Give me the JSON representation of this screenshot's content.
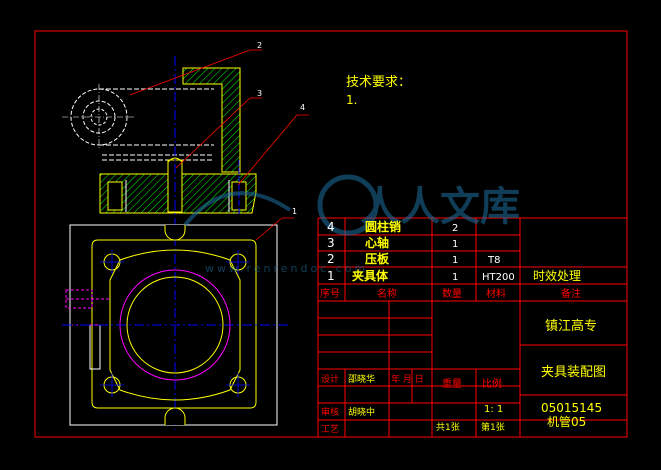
{
  "notes": {
    "title": "技术要求：",
    "item1": "1."
  },
  "leaders": [
    "2",
    "3",
    "4",
    "1"
  ],
  "bom": {
    "rows": [
      {
        "no": "4",
        "name": "圆柱销",
        "qty": "2",
        "material": "",
        "remark": ""
      },
      {
        "no": "3",
        "name": "心轴",
        "qty": "1",
        "material": "",
        "remark": ""
      },
      {
        "no": "2",
        "name": "压板",
        "qty": "1",
        "material": "T8",
        "remark": ""
      },
      {
        "no": "1",
        "name": "夹具体",
        "qty": "1",
        "material": "HT200",
        "remark": "时效处理"
      }
    ],
    "header": {
      "no": "序号",
      "name": "名称",
      "qty": "数量",
      "material": "材料",
      "remark": "备注"
    }
  },
  "titleblock": {
    "school": "镇江高专",
    "drawing_name": "夹具装配图",
    "design_label": "设计",
    "designer": "邵晓华",
    "date_label": "年 月 日",
    "review_label": "审核",
    "reviewer": "胡晓中",
    "process_label": "工艺",
    "weight_label": "重量",
    "scale_label": "比例",
    "scale_value": "1: 1",
    "total_sheets": "共1张",
    "sheet_no": "第1张",
    "drawing_code": "05015145",
    "class_name": "机管05"
  },
  "watermark": {
    "text": "人人文库",
    "url": "www.renrendoc.com"
  },
  "colors": {
    "frame": "#ff0000",
    "outline": "#ffff00",
    "center": "#0000ff",
    "hatch": "#00ff00",
    "hidden": "#ff00ff",
    "text_white": "#ffffff",
    "text_yellow": "#ffff00",
    "text_red": "#ff0000"
  }
}
